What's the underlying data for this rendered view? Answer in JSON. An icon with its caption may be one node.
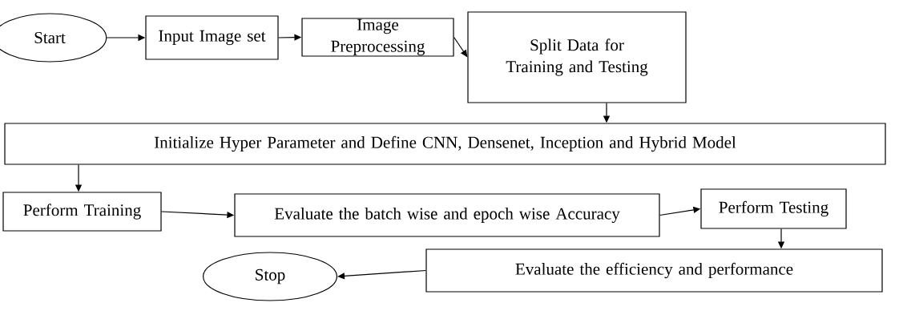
{
  "diagram": {
    "nodes": [
      {
        "text": [
          "Start"
        ]
      },
      {
        "text": [
          "Input Image set"
        ]
      },
      {
        "text": [
          "Image Preprocessing"
        ]
      },
      {
        "text": [
          "Split Data for Training and Testing"
        ]
      },
      {
        "text": [
          "Initialize Hyper Parameter and Define CNN, Densenet, Inception and Hybrid Model"
        ]
      },
      {
        "text": [
          "Perform Training"
        ]
      },
      {
        "text": [
          "Evaluate the batch wise and epoch wise Accuracy"
        ]
      },
      {
        "text": [
          "Perform Testing"
        ]
      },
      {
        "text": [
          "Evaluate the efficiency and performance"
        ]
      },
      {
        "text": [
          "Stop"
        ]
      }
    ],
    "edges": [
      {
        "from": 0,
        "to": 1,
        "arrow": "to"
      },
      {
        "from": 1,
        "to": 2,
        "arrow": "to"
      },
      {
        "from": 2,
        "to": 3,
        "arrow": "to"
      },
      {
        "from": 3,
        "to": 4,
        "arrow": "to"
      },
      {
        "from": 4,
        "to": 5,
        "arrow": "to"
      },
      {
        "from": 5,
        "to": 6,
        "arrow": "to"
      },
      {
        "from": 6,
        "to": 7,
        "arrow": "to"
      },
      {
        "from": 7,
        "to": 8,
        "arrow": "to"
      },
      {
        "from": 8,
        "to": 9,
        "arrow": "to"
      }
    ]
  }
}
